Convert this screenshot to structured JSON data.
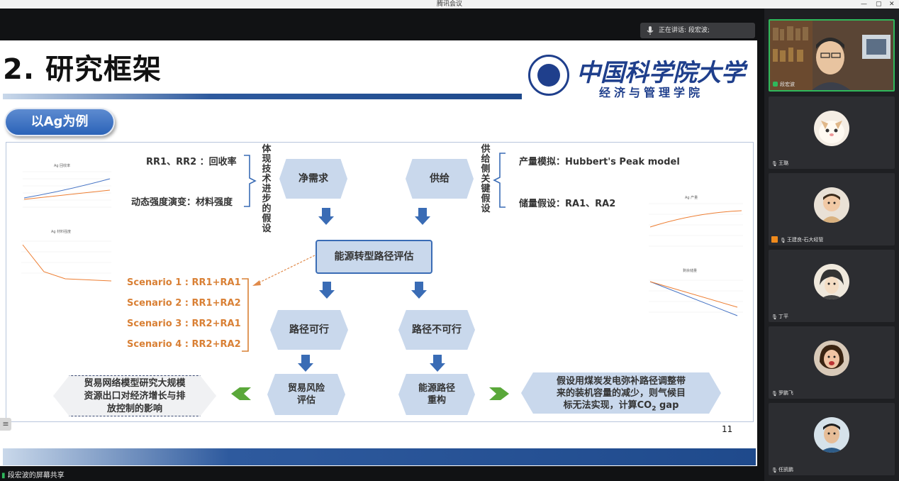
{
  "window": {
    "title": "腾讯会议",
    "minimize": "—",
    "restore": "▢",
    "close": "✕"
  },
  "speaking": {
    "text": "正在讲话: 段宏波;"
  },
  "share_label": "段宏波的屏幕共享",
  "slide": {
    "title": "2. 研究框架",
    "logo_cn": "中国科学院大学",
    "logo_sub": "经济与管理学院",
    "tag": "以Ag为例",
    "page_number": "11",
    "left_labels": {
      "rr": "RR1、RR2 ：回收率",
      "dynamic": "动态强度演变：材料强度"
    },
    "vertical_tech": "体现技术进步的假设",
    "vertical_supply": "供给侧关键假设",
    "right_labels": {
      "production": "产量模拟：Hubbert's Peak model",
      "reserve": "储量假设：RA1、RA2"
    },
    "hex_demand": "净需求",
    "hex_supply": "供给",
    "core": "能源转型路径评估",
    "hex_feasible": "路径可行",
    "hex_infeasible": "路径不可行",
    "hex_trade_risk_1": "贸易风险",
    "hex_trade_risk_2": "评估",
    "hex_rebuild_1": "能源路径",
    "hex_rebuild_2": "重构",
    "scenarios": [
      "Scenario 1 : RR1+RA1",
      "Scenario 2 : RR1+RA2",
      "Scenario 3 : RR2+RA1",
      "Scenario 4 : RR2+RA2"
    ],
    "left_box": [
      "贸易网络模型研究大规模",
      "资源出口对经济增长与排",
      "放控制的影响"
    ],
    "right_box_lines": [
      "假设用煤炭发电弥补路径调整带",
      "来的装机容量的减少，则气候目"
    ],
    "right_box_line3_a": "标无法实现，计算CO",
    "right_box_line3_sub": "2",
    "right_box_line3_b": " gap",
    "mini_charts": {
      "recovery_title": "Ag 回收率",
      "intensity_title": "Ag 材料强度",
      "production_title": "Ag 产量",
      "reserve_title": "剩余储量"
    },
    "colors": {
      "accent_blue": "#3a6cb5",
      "hex_fill": "#c9d8ec",
      "scenario_orange": "#d98035"
    }
  },
  "participants": [
    {
      "name": "段宏波",
      "active": true,
      "icon": "mic-on-icon"
    },
    {
      "name": "王璐",
      "active": false,
      "icon": "mic-off-icon"
    },
    {
      "name": "王建良-石大经管",
      "active": false,
      "icon": "mic-off-icon",
      "badge": true
    },
    {
      "name": "丁平",
      "active": false,
      "icon": "mic-off-icon"
    },
    {
      "name": "罗鹏飞",
      "active": false,
      "icon": "mic-off-icon"
    },
    {
      "name": "任凯鹏",
      "active": false,
      "icon": "mic-off-icon"
    }
  ]
}
